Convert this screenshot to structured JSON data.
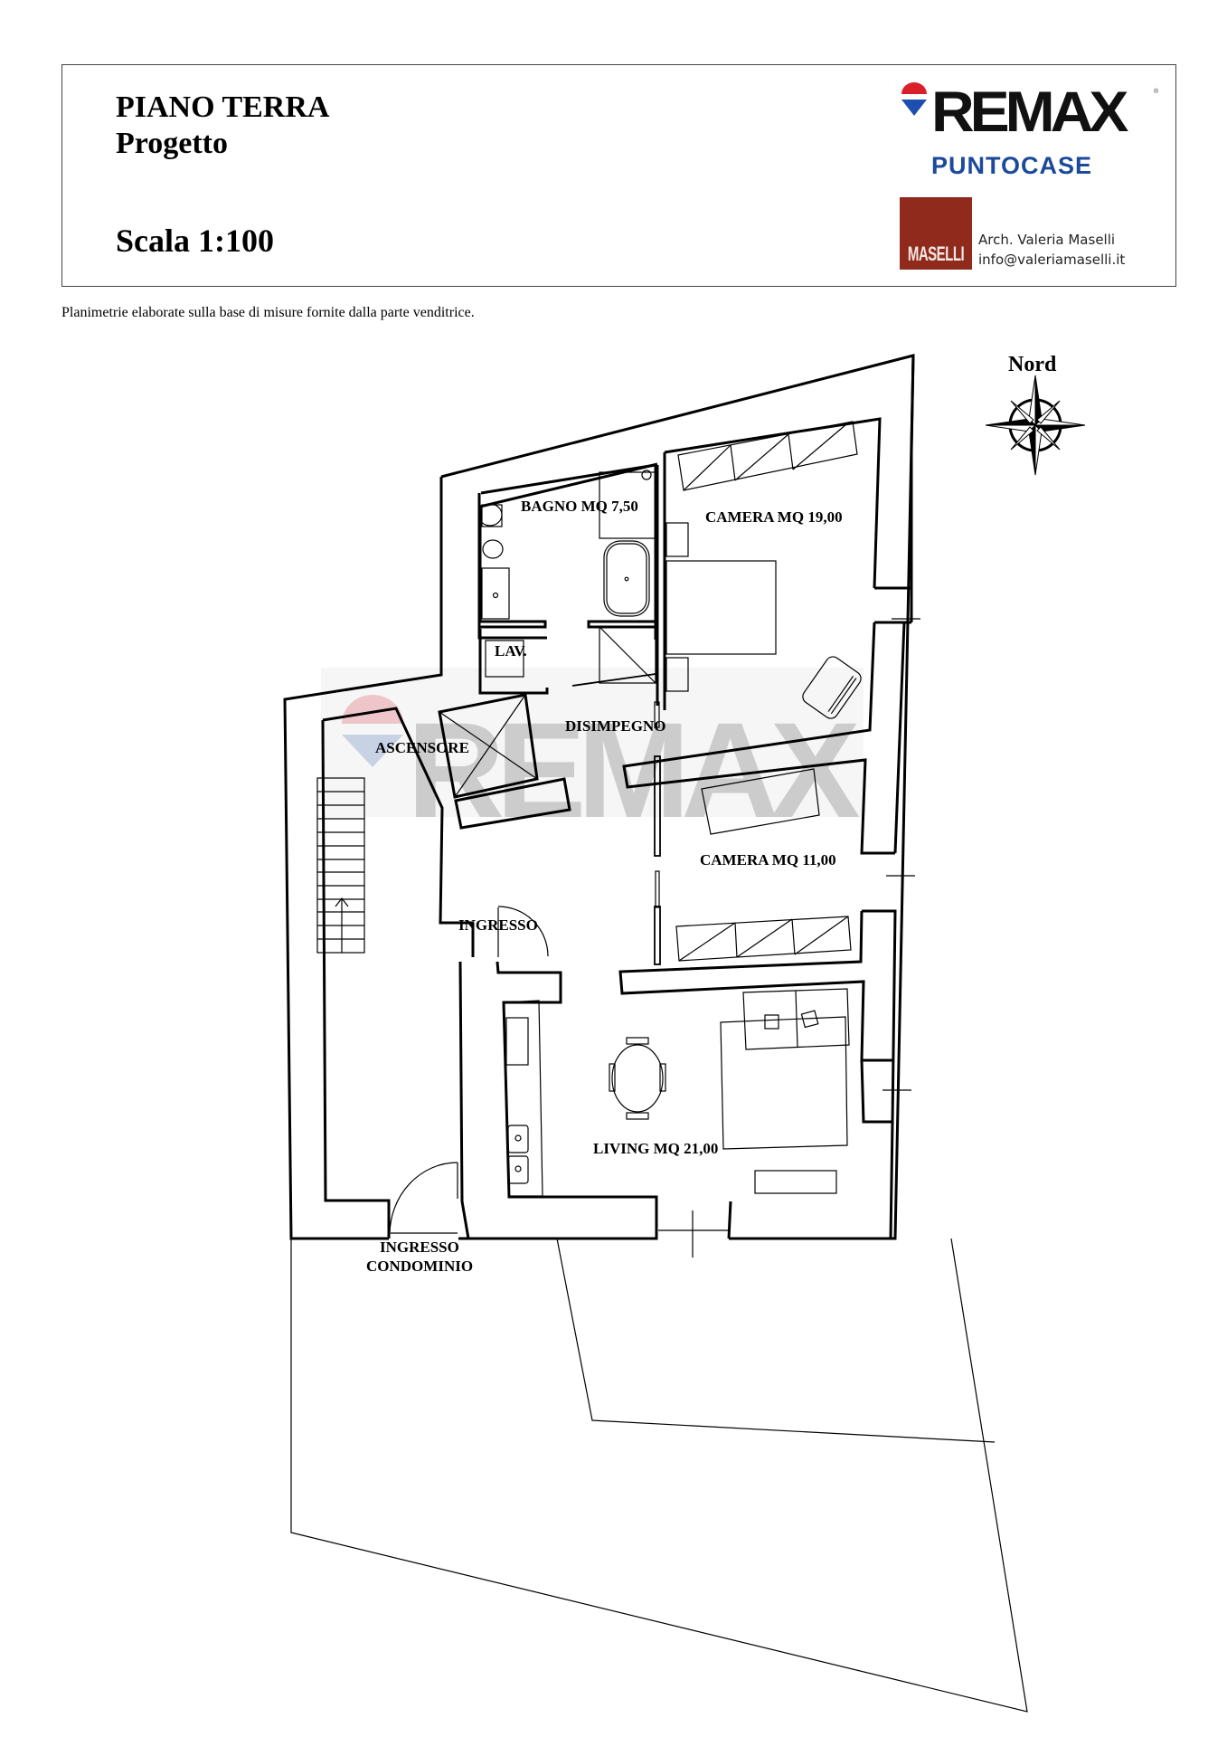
{
  "header": {
    "title": "PIANO TERRA",
    "subtitle": "Progetto",
    "scale": "Scala 1:100",
    "brand": {
      "logo_word": "RE/MAX",
      "logo_display": "REMAX",
      "registered_mark": "®",
      "office": "PUNTOCASE",
      "balloon_colors": {
        "top": "#dc1c2e",
        "middle": "#ffffff",
        "bottom": "#1b52b5"
      },
      "office_color": "#1b4a9a"
    },
    "architect": {
      "logo_text": "MASELLI",
      "logo_bg_color": "#8f2a1c",
      "name": "Arch. Valeria Maselli",
      "email": "info@valeriamaselli.it"
    }
  },
  "note": "Planimetrie elaborate sulla base di misure fornite dalla parte venditrice.",
  "compass": {
    "label": "Nord",
    "icon": "compass-rose-icon"
  },
  "watermark": {
    "text": "REMAX"
  },
  "rooms": {
    "bagno": "BAGNO MQ 7,50",
    "camera_large": "CAMERA MQ 19,00",
    "lavanderia": "LAV.",
    "disimpegno": "DISIMPEGNO",
    "ascensore": "ASCENSORE",
    "camera_small": "CAMERA MQ 11,00",
    "ingresso": "INGRESSO",
    "living": "LIVING MQ 21,00",
    "ingresso_condominio_line1": "INGRESSO",
    "ingresso_condominio_line2": "CONDOMINIO"
  }
}
